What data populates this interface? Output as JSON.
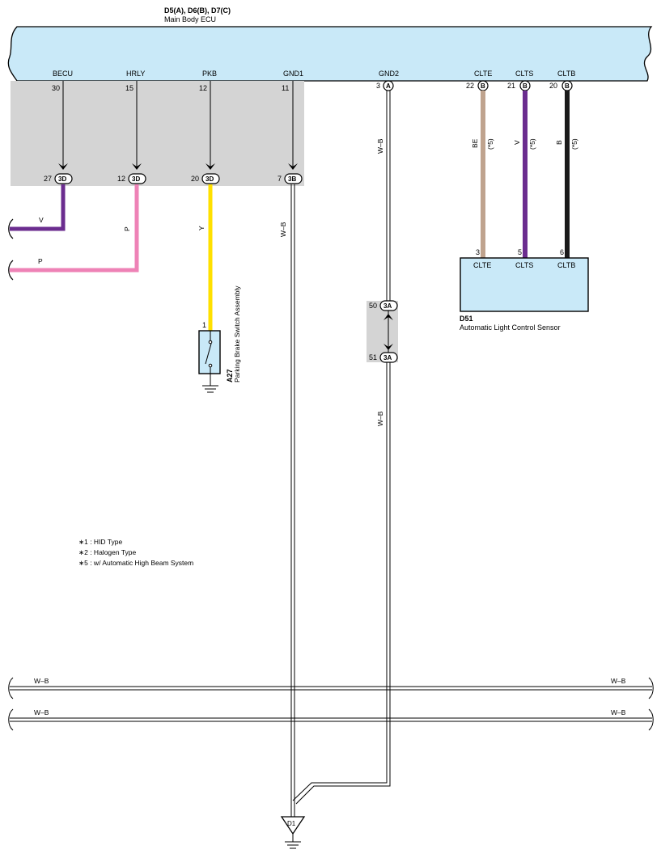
{
  "ecu": {
    "title": "D5(A), D6(B), D7(C)",
    "subtitle": "Main Body ECU",
    "terminals": [
      {
        "name": "BECU",
        "pin": "30"
      },
      {
        "name": "HRLY",
        "pin": "15"
      },
      {
        "name": "PKB",
        "pin": "12"
      },
      {
        "name": "GND1",
        "pin": "11"
      },
      {
        "name": "GND2",
        "pin": "3",
        "conn": "A"
      },
      {
        "name": "CLTE",
        "pin": "22",
        "conn": "B"
      },
      {
        "name": "CLTS",
        "pin": "21",
        "conn": "B"
      },
      {
        "name": "CLTB",
        "pin": "20",
        "conn": "B"
      }
    ]
  },
  "junctions": [
    {
      "pin": "27",
      "conn": "3D"
    },
    {
      "pin": "12",
      "conn": "3D"
    },
    {
      "pin": "20",
      "conn": "3D"
    },
    {
      "pin": "7",
      "conn": "3B"
    }
  ],
  "wires": {
    "becu": "V",
    "becu_left": "V",
    "hrly": "P",
    "hrly_left": "P",
    "pkb": "Y",
    "gnd1": "W–B",
    "gnd2_upper": "W–B",
    "gnd2_lower": "W–B",
    "clte": "BE",
    "clts": "V",
    "cltb": "B",
    "sensor_note": "(*5)",
    "bus1_left": "W–B",
    "bus1_right": "W–B",
    "bus2_left": "W–B",
    "bus2_right": "W–B"
  },
  "sensor": {
    "id": "D51",
    "name": "Automatic Light Control Sensor",
    "terminals": [
      {
        "name": "CLTE",
        "pin": "3"
      },
      {
        "name": "CLTS",
        "pin": "5"
      },
      {
        "name": "CLTB",
        "pin": "6"
      }
    ]
  },
  "switch": {
    "id": "A27",
    "name": "Parking Brake Switch Assembly",
    "pin": "1"
  },
  "splice": {
    "upper": {
      "pin": "50",
      "conn": "3A"
    },
    "lower": {
      "pin": "51",
      "conn": "3A"
    }
  },
  "ground": {
    "id": "D1"
  },
  "notes": [
    "∗1 : HID Type",
    "∗2 : Halogen Type",
    "∗5 : w/ Automatic High Beam System"
  ],
  "colors": {
    "ecu_fill": "#c9e9f8",
    "gray_box": "#d4d4d4",
    "wire_v": "#6b2d8f",
    "wire_p": "#ee82b6",
    "wire_y": "#ffe000",
    "wire_be": "#bfa38e",
    "wire_b": "#1a1a1a"
  }
}
